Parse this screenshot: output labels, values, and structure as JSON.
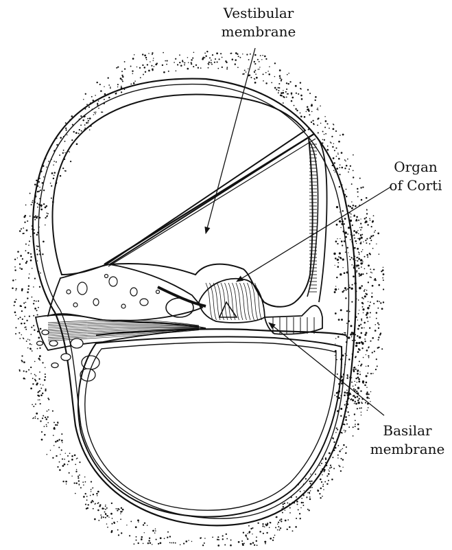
{
  "figure": {
    "subject": "cochlea cross-section",
    "labels": [
      {
        "id": "vestibular",
        "lines": [
          "Vestibular",
          "membrane"
        ]
      },
      {
        "id": "corti",
        "lines": [
          "Organ",
          "of Corti"
        ]
      },
      {
        "id": "basilar",
        "lines": [
          "Basilar",
          "membrane"
        ]
      }
    ]
  }
}
